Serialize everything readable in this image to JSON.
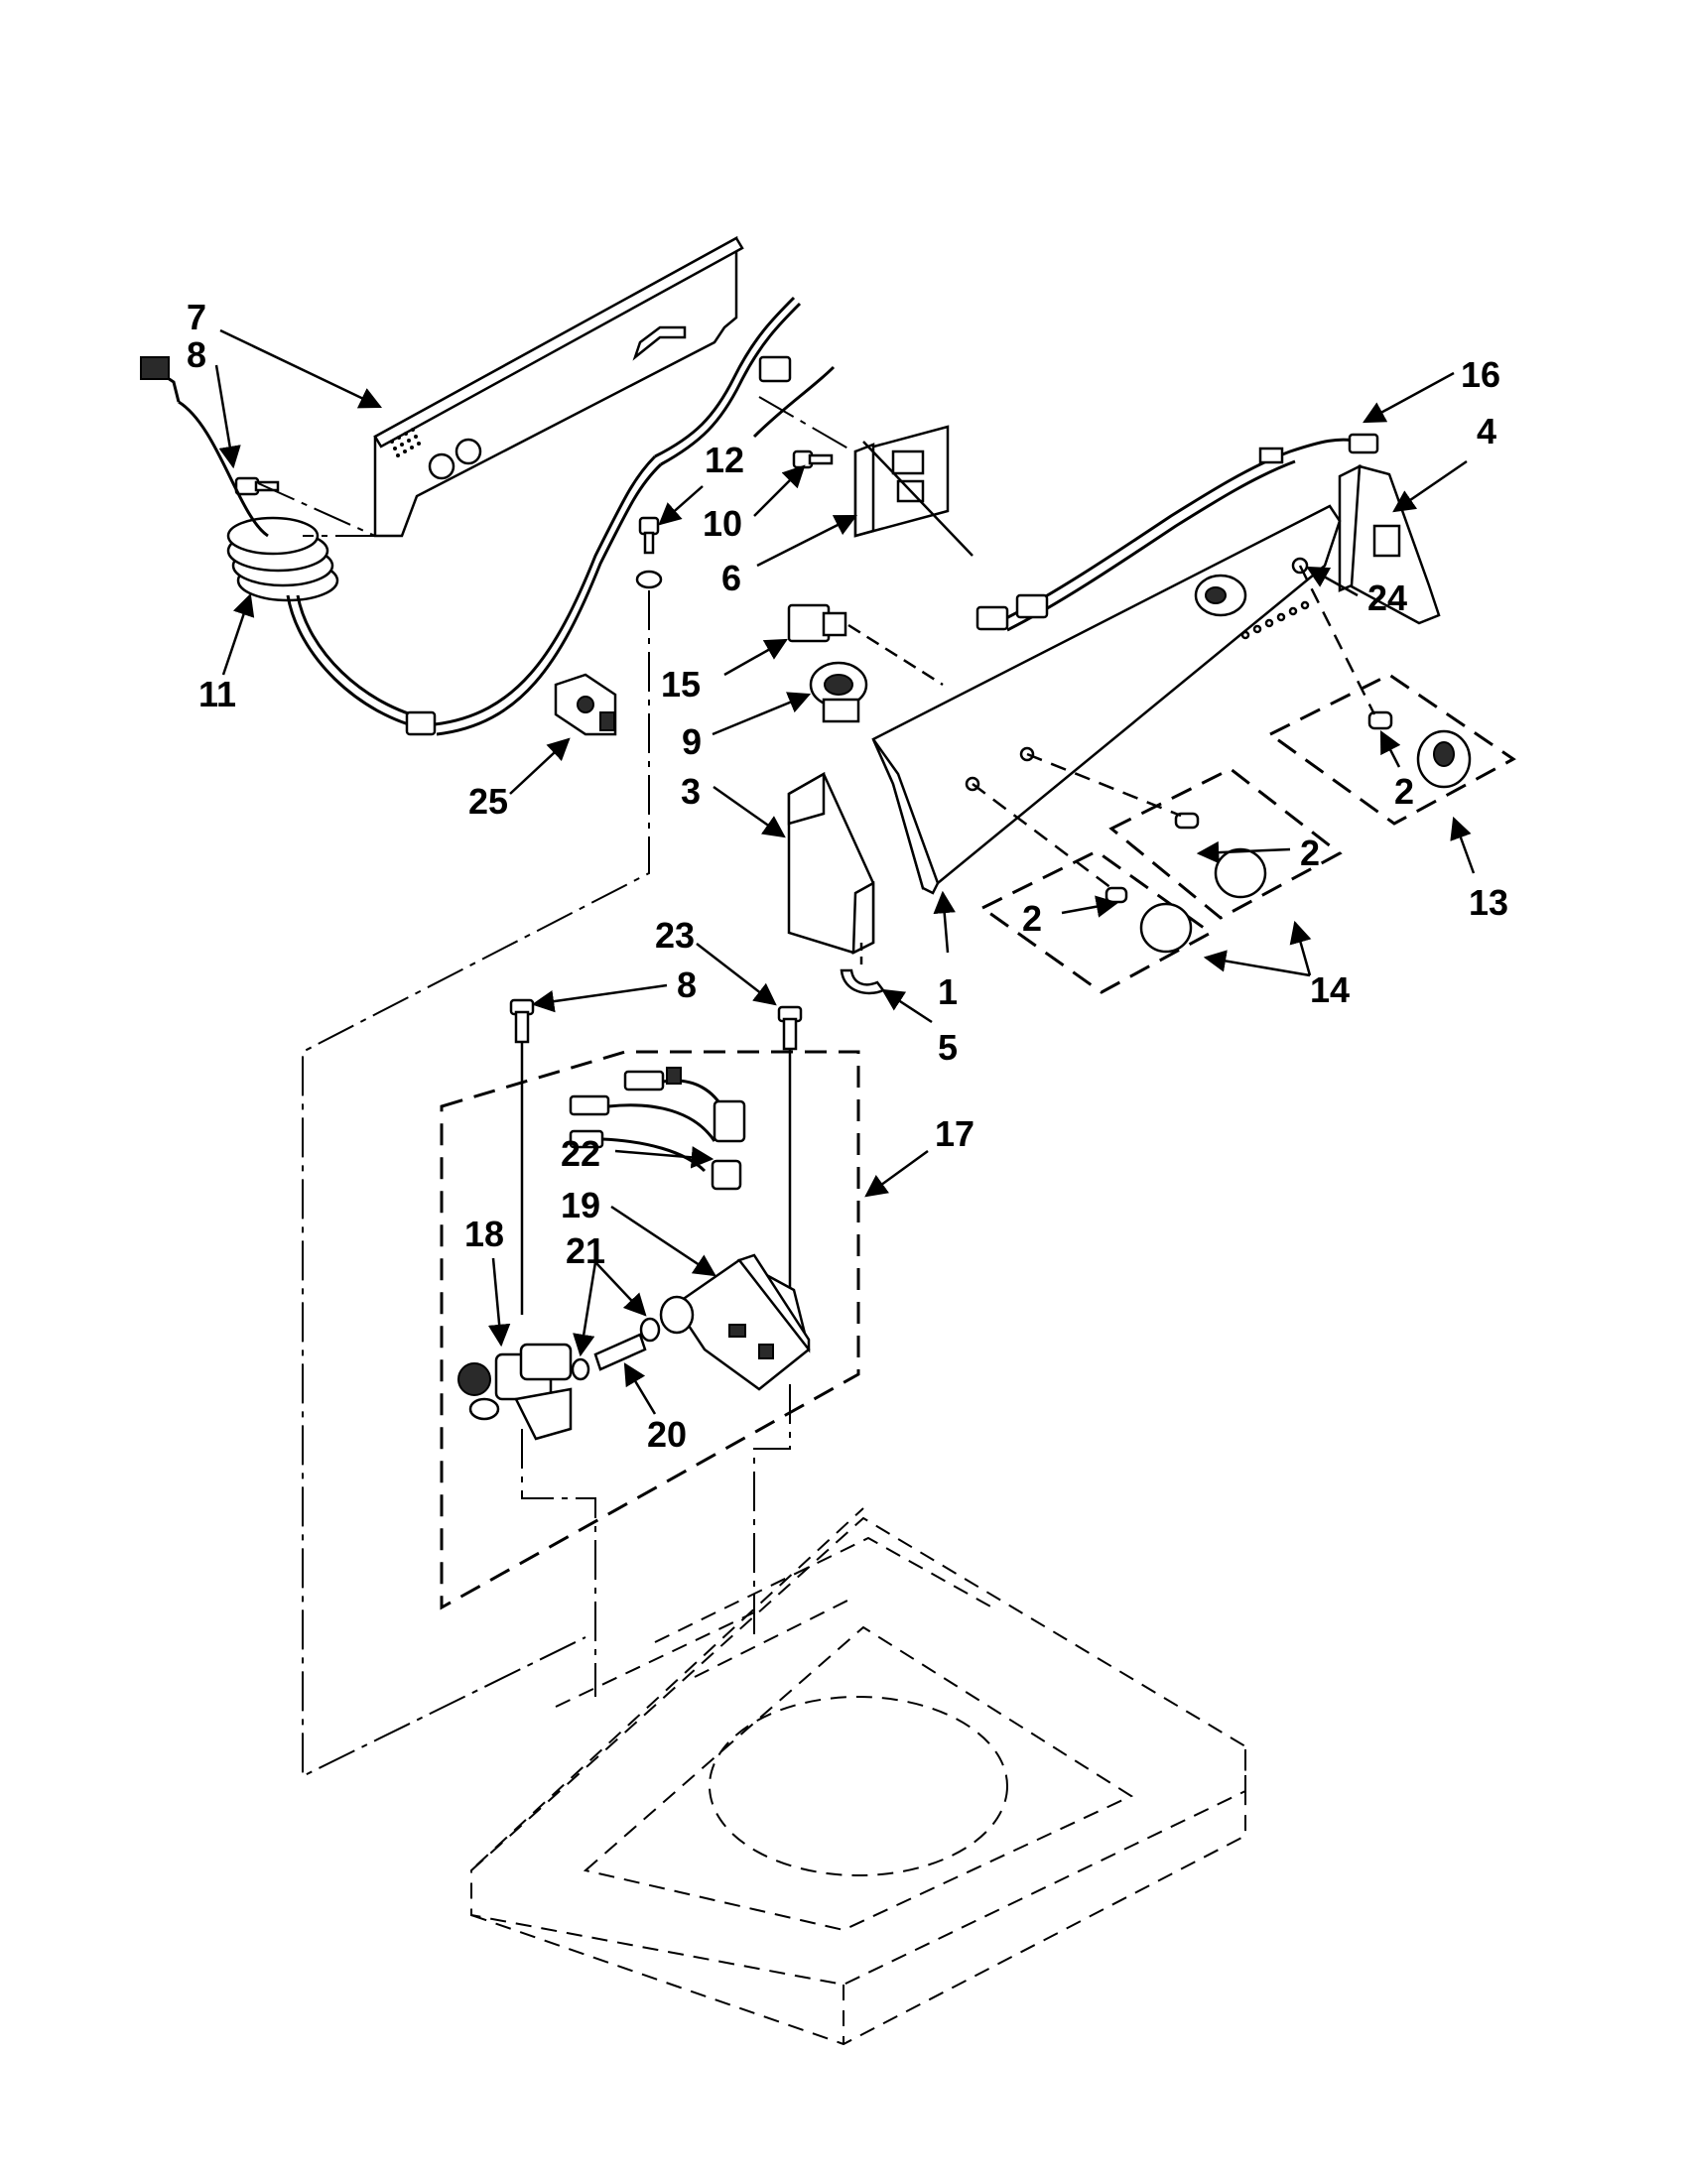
{
  "callouts": {
    "c1": "1",
    "c2a": "2",
    "c2b": "2",
    "c2c": "2",
    "c3": "3",
    "c4": "4",
    "c5": "5",
    "c6": "6",
    "c7": "7",
    "c8a": "8",
    "c8b": "8",
    "c9": "9",
    "c10": "10",
    "c11": "11",
    "c12": "12",
    "c13": "13",
    "c14": "14",
    "c15": "15",
    "c16": "16",
    "c17": "17",
    "c18": "18",
    "c19": "19",
    "c20": "20",
    "c21": "21",
    "c22": "22",
    "c23": "23",
    "c24": "24",
    "c25": "25"
  }
}
